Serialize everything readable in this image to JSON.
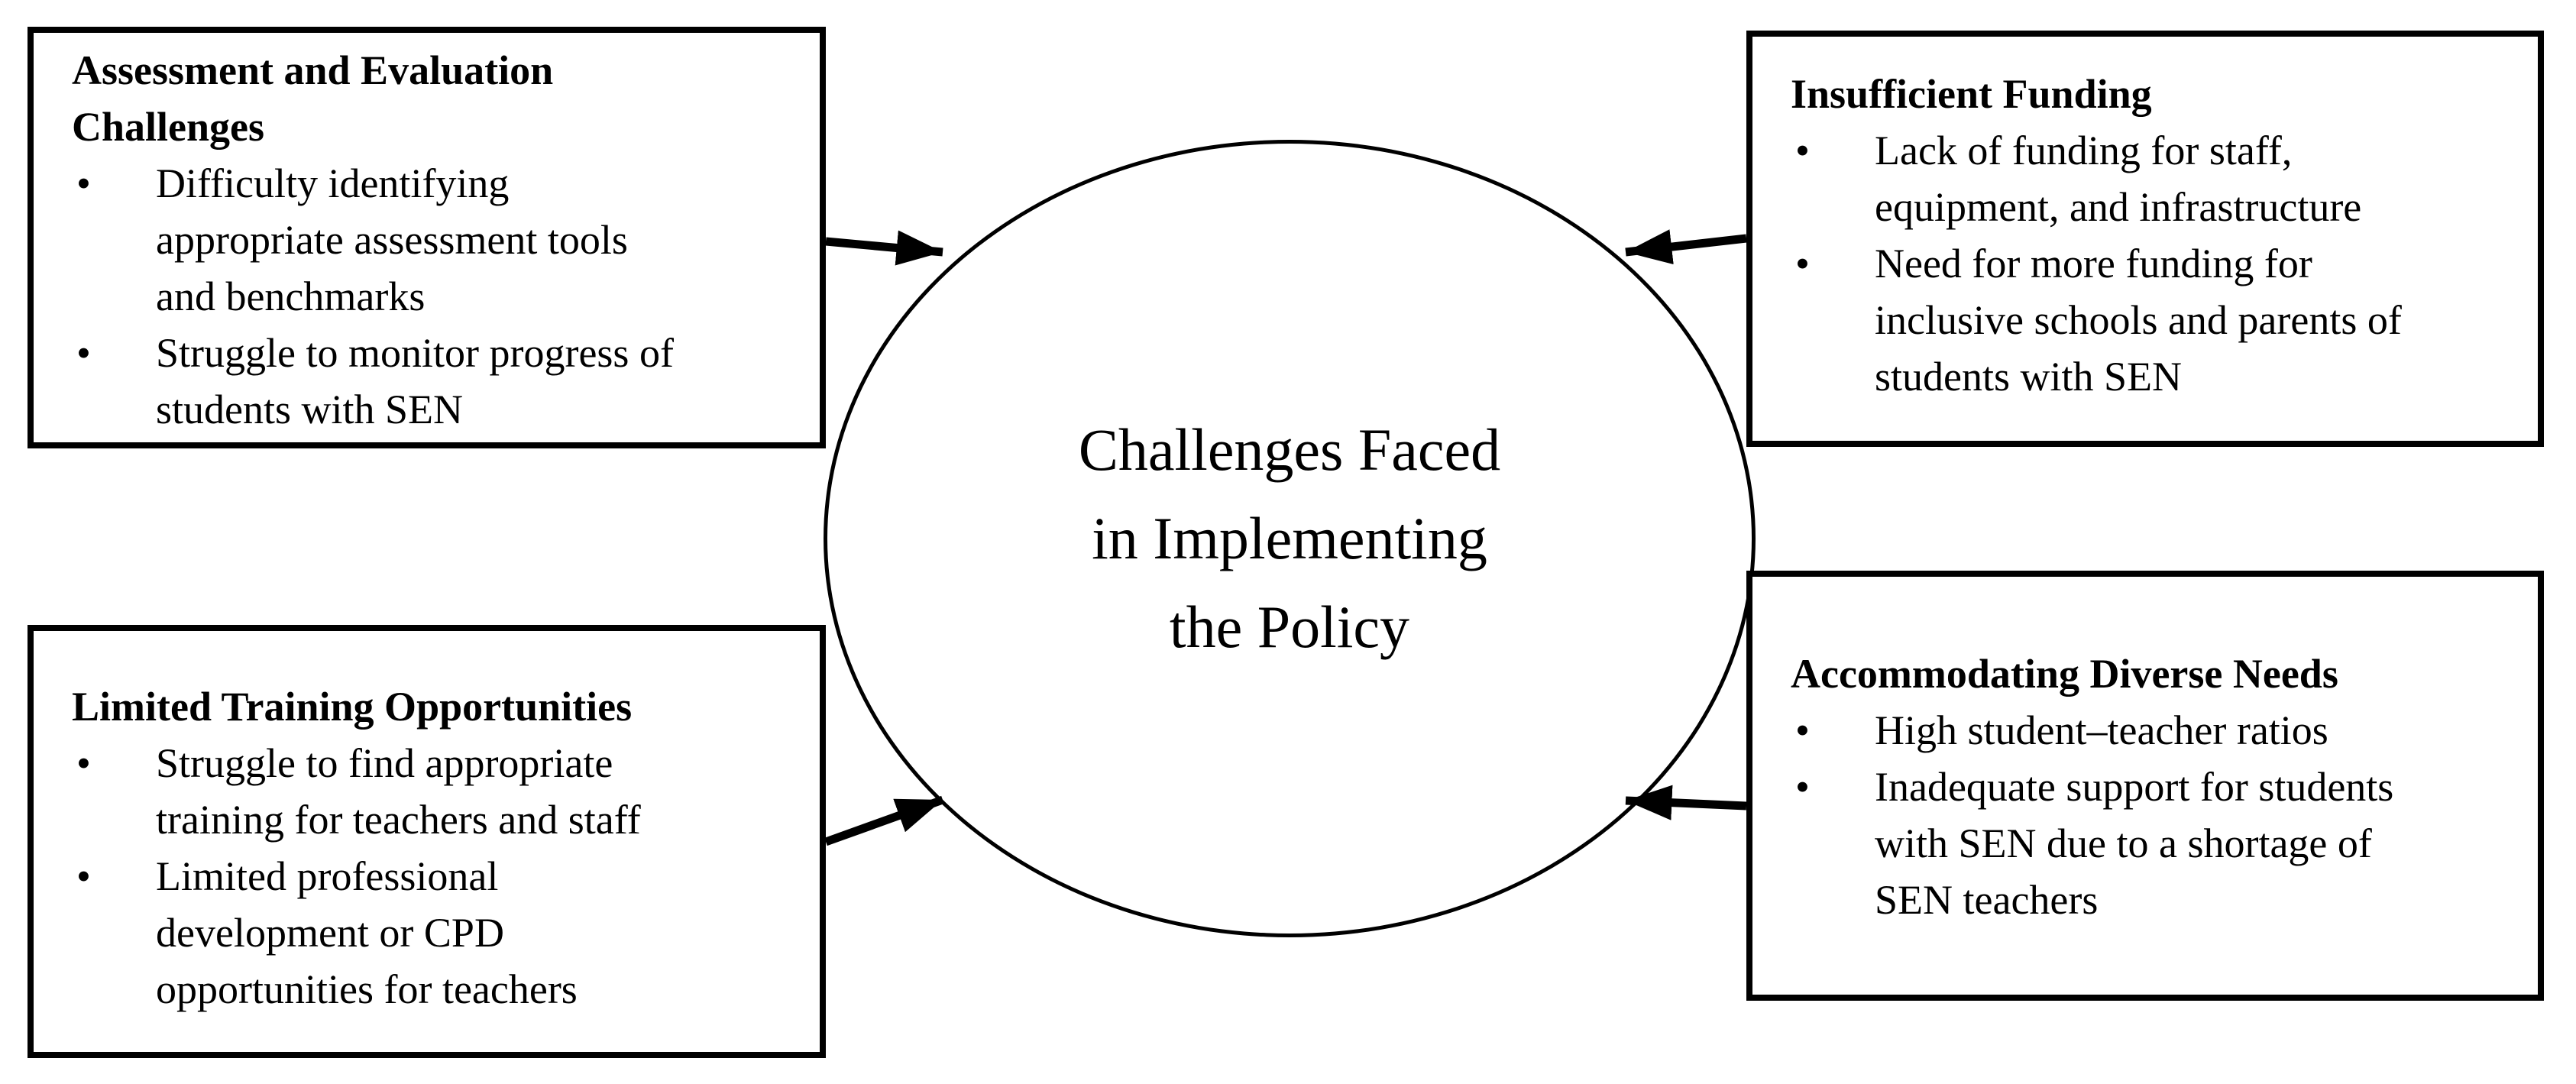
{
  "diagram": {
    "bullet_char": "•",
    "colors": {
      "border": "#000000",
      "background": "#ffffff",
      "text": "#000000"
    },
    "center": {
      "title": "Challenges Faced\nin Implementing\nthe Policy"
    },
    "boxes": [
      {
        "id": "assessment-evaluation-challenges",
        "title": "Assessment and Evaluation\nChallenges",
        "bullets": [
          "Difficulty identifying\nappropriate assessment tools\nand benchmarks",
          "Struggle to monitor progress of\nstudents with SEN"
        ]
      },
      {
        "id": "insufficient-funding",
        "title": "Insufficient Funding",
        "bullets": [
          "Lack of funding for staff,\nequipment, and infrastructure",
          "Need for more funding for\ninclusive schools and parents of\nstudents with SEN"
        ]
      },
      {
        "id": "limited-training-opportunities",
        "title": "Limited Training Opportunities",
        "bullets": [
          "Struggle to find appropriate\ntraining for teachers and staff",
          "Limited professional\ndevelopment or CPD\nopportunities for teachers"
        ]
      },
      {
        "id": "accommodating-diverse-needs",
        "title": "Accommodating Diverse Needs",
        "bullets": [
          "High student–teacher ratios",
          "Inadequate support for students\nwith SEN due to a shortage of\nSEN teachers"
        ]
      }
    ]
  }
}
